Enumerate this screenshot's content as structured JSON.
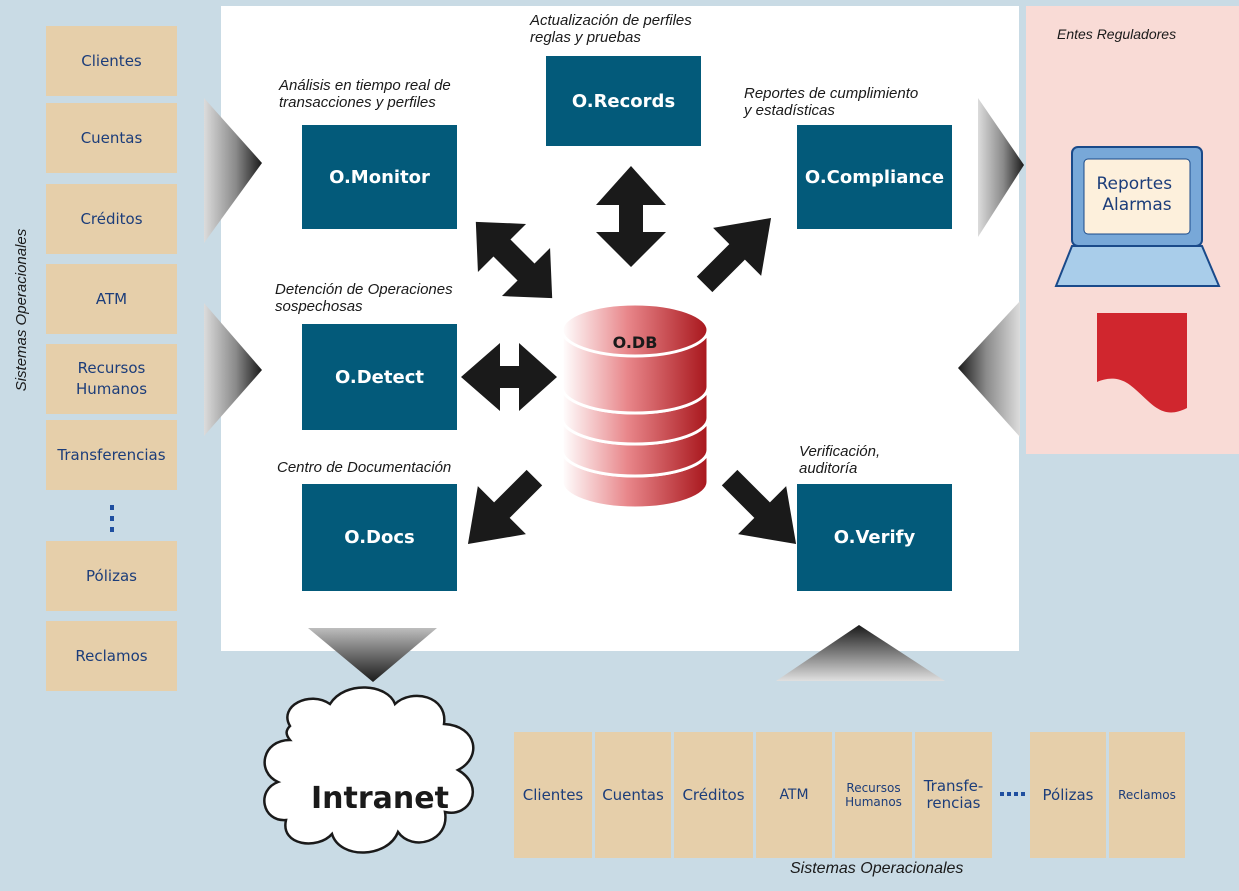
{
  "left_panel": {
    "label": "Sistemas Operacionales",
    "items": [
      "Clientes",
      "Cuentas",
      "Créditos",
      "ATM",
      "Recursos\nHumanos",
      "Transferencias",
      "Pólizas",
      "Reclamos"
    ]
  },
  "modules": {
    "records": "O.Records",
    "monitor": "O.Monitor",
    "compliance": "O.Compliance",
    "detect": "O.Detect",
    "docs": "O.Docs",
    "verify": "O.Verify",
    "db": "O.DB"
  },
  "captions": {
    "records": "Actualización de perfiles\nreglas y pruebas",
    "monitor": "Análisis en tiempo real de\ntransacciones y perfiles",
    "compliance": "Reportes de cumplimiento\ny estadísticas",
    "detect": "Detención de Operaciones\nsospechosas",
    "docs": "Centro de Documentación",
    "verify": "Verificación,\nauditoría"
  },
  "regulators": {
    "title": "Entes Reguladores",
    "screen_text": "Reportes\nAlarmas"
  },
  "intranet": {
    "label": "Intranet"
  },
  "bottom_panel": {
    "label": "Sistemas Operacionales",
    "items": [
      "Clientes",
      "Cuentas",
      "Créditos",
      "ATM",
      "Recursos\nHumanos",
      "Transfe-\nrencias",
      "Pólizas",
      "Reclamos"
    ]
  },
  "colors": {
    "background": "#c9dbe5",
    "module": "#035a7a",
    "system_box": "#e6cfaa",
    "system_text": "#1c3d7a",
    "regulator_panel": "#f9dbd6",
    "db": "#c8262c",
    "report_doc": "#d0262e"
  }
}
